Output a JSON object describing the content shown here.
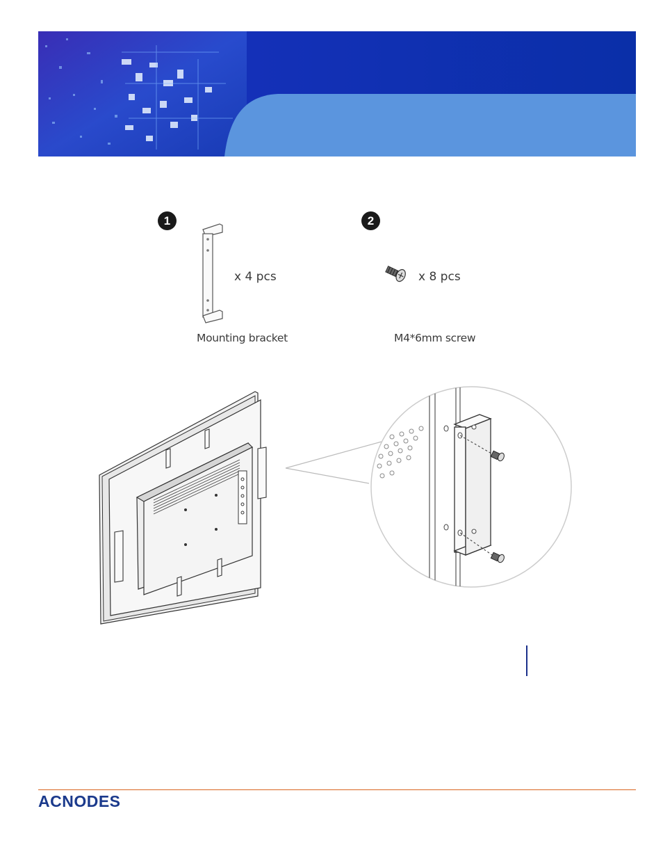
{
  "header": {
    "brand_color": "#0b2fa8",
    "accent_color": "#5b95de"
  },
  "parts": [
    {
      "number": "1",
      "quantity": "x 4 pcs",
      "caption": "Mounting bracket",
      "icon": "mounting-bracket-icon"
    },
    {
      "number": "2",
      "quantity": "x 8 pcs",
      "caption": "M4*6mm screw",
      "icon": "screw-icon"
    }
  ],
  "footer": {
    "logo_text": "ACNODES",
    "logo_color": "#1b3a8c",
    "rule_color": "#d9651e"
  }
}
